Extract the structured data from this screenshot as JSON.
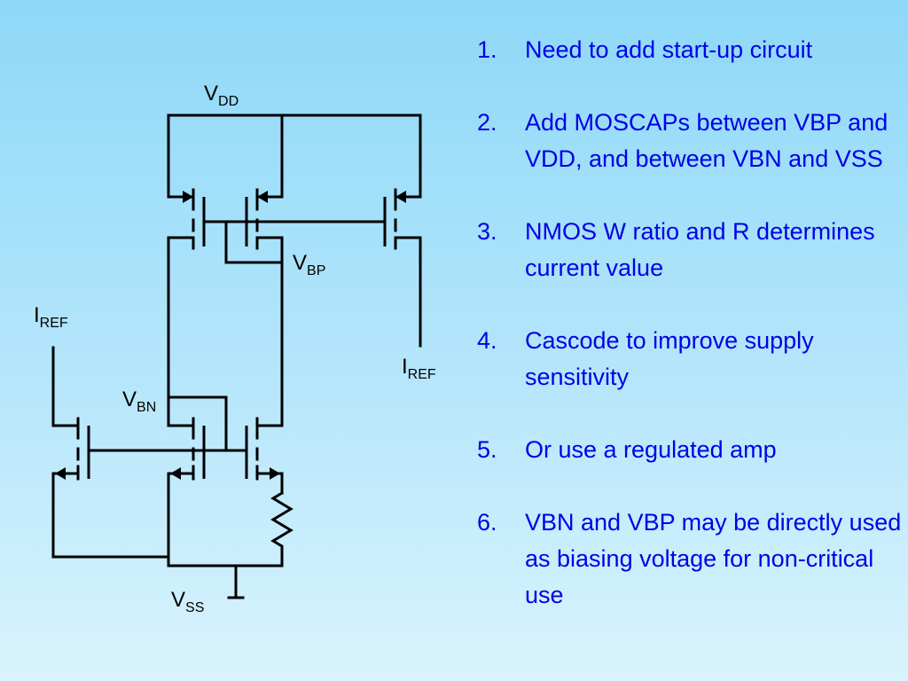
{
  "schematic": {
    "labels": {
      "vdd": {
        "main": "V",
        "sub": "DD"
      },
      "vbp": {
        "main": "V",
        "sub": "BP"
      },
      "vbn": {
        "main": "V",
        "sub": "BN"
      },
      "vss": {
        "main": "V",
        "sub": "SS"
      },
      "iref_left": {
        "main": "I",
        "sub": "REF"
      },
      "iref_right": {
        "main": "I",
        "sub": "REF"
      }
    }
  },
  "notes": [
    {
      "num": "1.",
      "text": "Need to add start-up circuit"
    },
    {
      "num": "2.",
      "text": "Add MOSCAPs between VBP and VDD, and between VBN and VSS"
    },
    {
      "num": "3.",
      "text": "NMOS W ratio and R determines current value"
    },
    {
      "num": "4.",
      "text": "Cascode to improve supply sensitivity"
    },
    {
      "num": "5.",
      "text": "Or use a regulated amp"
    },
    {
      "num": "6.",
      "text": "VBN and VBP may be directly used as biasing voltage for non-critical use"
    }
  ],
  "colors": {
    "notes_text": "#0000e6",
    "wire": "#000000",
    "background": "#8ed8f8"
  }
}
